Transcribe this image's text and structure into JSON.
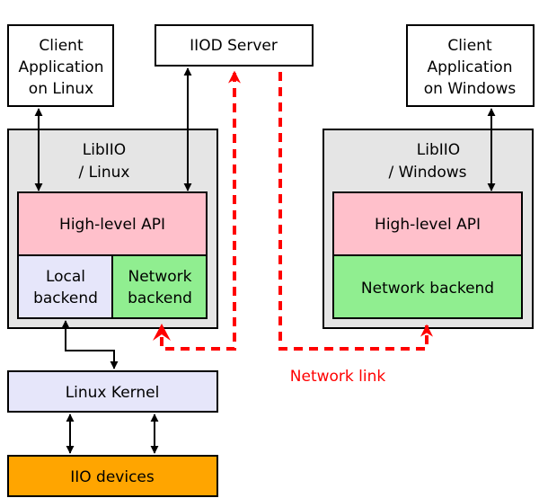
{
  "boxes": {
    "client_linux": {
      "lines": [
        "Client",
        "Application",
        "on Linux"
      ]
    },
    "iiod_server": {
      "label": "IIOD Server"
    },
    "client_windows": {
      "lines": [
        "Client",
        "Application",
        "on Windows"
      ]
    },
    "libiio_linux": {
      "title_lines": [
        "LibIIO",
        "/ Linux"
      ],
      "high_level_api": "High-level API",
      "local_backend": [
        "Local",
        "backend"
      ],
      "network_backend": [
        "Network",
        "backend"
      ]
    },
    "libiio_windows": {
      "title_lines": [
        "LibIIO",
        "/ Windows"
      ],
      "high_level_api": "High-level API",
      "network_backend": "Network backend"
    },
    "linux_kernel": {
      "label": "Linux Kernel"
    },
    "iio_devices": {
      "label": "IIO devices"
    }
  },
  "network_link_label": "Network link",
  "colors": {
    "container": "#e5e5e5",
    "high_level_api": "#ffc0cb",
    "local_backend": "#e6e6fa",
    "network_backend": "#90ee90",
    "linux_kernel": "#e6e6fa",
    "iio_devices": "#ffa500",
    "network_link": "#ff0000",
    "stroke": "#000000"
  }
}
